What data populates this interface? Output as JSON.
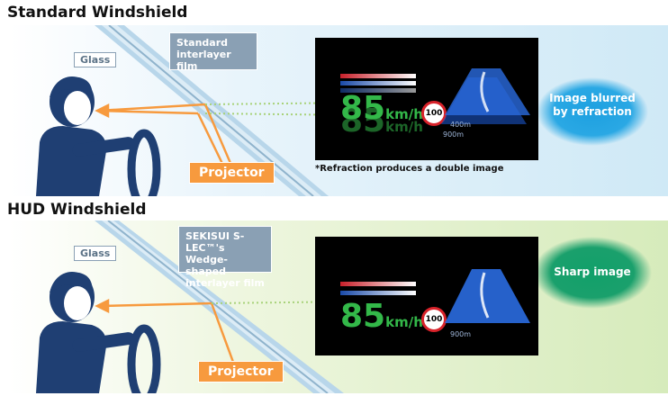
{
  "standard": {
    "title": "Standard Windshield",
    "glass_label": "Glass",
    "film_label_line1": "Standard",
    "film_label_line2": "interlayer film",
    "projector_label": "Projector",
    "speed_value": "85",
    "speed_unit": "km/h",
    "sign_value": "100",
    "distance_1": "400m",
    "distance_2": "900m",
    "result_line1": "Image blurred",
    "result_line2": "by refraction",
    "footnote": "*Refraction produces a double image"
  },
  "hud": {
    "title": "HUD Windshield",
    "glass_label": "Glass",
    "film_label_line1": "SEKISUI S-LEC™'s",
    "film_label_line2": "Wedge-shaped",
    "film_label_line3": "interlayer film",
    "projector_label": "Projector",
    "speed_value": "85",
    "speed_unit": "km/h",
    "sign_value": "100",
    "distance": "900m",
    "result": "Sharp image"
  },
  "colors": {
    "orange": "#f79a3e",
    "speed_green": "#33b849",
    "blur_blue": "#1da0e0",
    "sharp_green": "#12a06a",
    "label_gray": "#8aa0b4",
    "driver_navy": "#1f3f73"
  }
}
